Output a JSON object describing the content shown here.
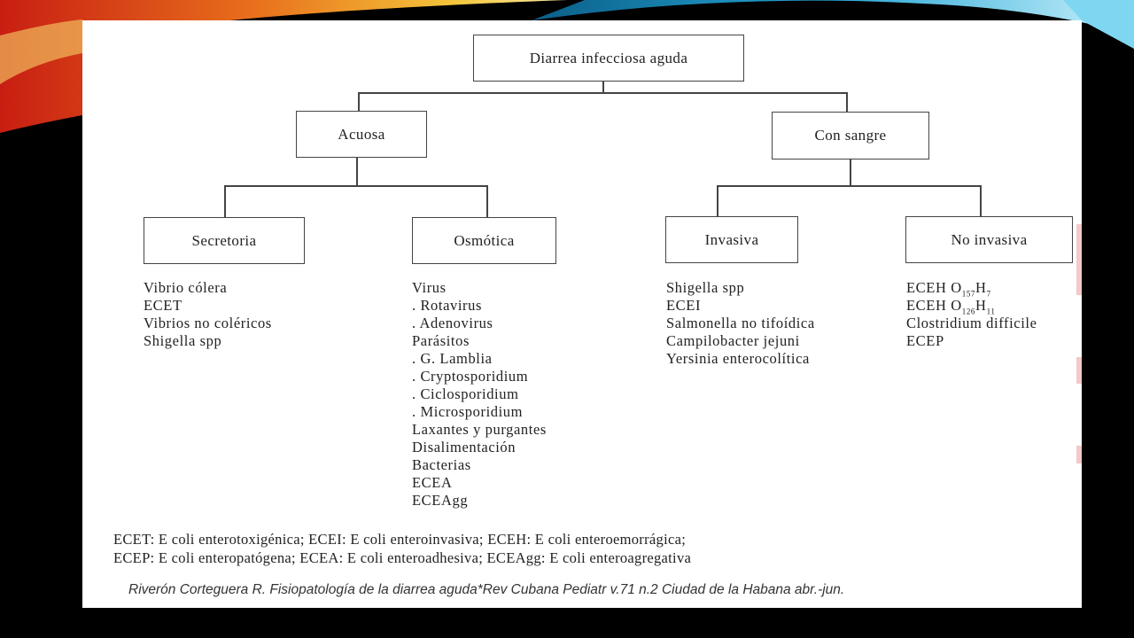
{
  "diagram": {
    "root": "Diarrea infecciosa aguda",
    "branches": [
      {
        "label": "Acuosa",
        "children": [
          {
            "label": "Secretoria",
            "items": [
              "Vibrio cólera",
              "ECET",
              "Vibrios no coléricos",
              "Shigella spp"
            ]
          },
          {
            "label": "Osmótica",
            "items": [
              "Virus",
              ". Rotavirus",
              ". Adenovirus",
              "Parásitos",
              ". G. Lamblia",
              ". Cryptosporidium",
              ". Ciclosporidium",
              ". Microsporidium",
              "Laxantes y purgantes",
              "Disalimentación",
              "Bacterias",
              "ECEA",
              "ECEAgg"
            ]
          }
        ]
      },
      {
        "label": "Con sangre",
        "children": [
          {
            "label": "Invasiva",
            "items": [
              "Shigella spp",
              "ECEI",
              "Salmonella no tifoídica",
              "Campilobacter jejuni",
              "Yersinia enterocolítica"
            ]
          },
          {
            "label": "No invasiva",
            "items": [
              {
                "text": "ECEH O",
                "sub1": "157",
                "mid": "H",
                "sub2": "7"
              },
              {
                "text": "ECEH O",
                "sub1": "126",
                "mid": "H",
                "sub2": "11"
              },
              "Clostridium difficile",
              "ECEP"
            ]
          }
        ]
      }
    ]
  },
  "legend": [
    "ECET: E coli enterotoxigénica; ECEI: E coli enteroinvasiva; ECEH: E coli enteroemorrágica;",
    "ECEP: E coli enteropatógena; ECEA: E coli enteroadhesiva; ECEAgg: E coli enteroagregativa"
  ],
  "citation": "Riverón Corteguera R. Fisiopatología de la diarrea aguda*Rev Cubana Pediatr v.71 n.2 Ciudad de la Habana abr.-jun.",
  "colors": {
    "background": "#000000",
    "slide": "#ffffff",
    "line": "#444444",
    "text": "#222222",
    "deco_left": [
      "#d42b1f",
      "#f0b323",
      "#f7e08a"
    ],
    "deco_right": [
      "#0b7fa8",
      "#4fc3e8",
      "#bfeefa"
    ]
  }
}
